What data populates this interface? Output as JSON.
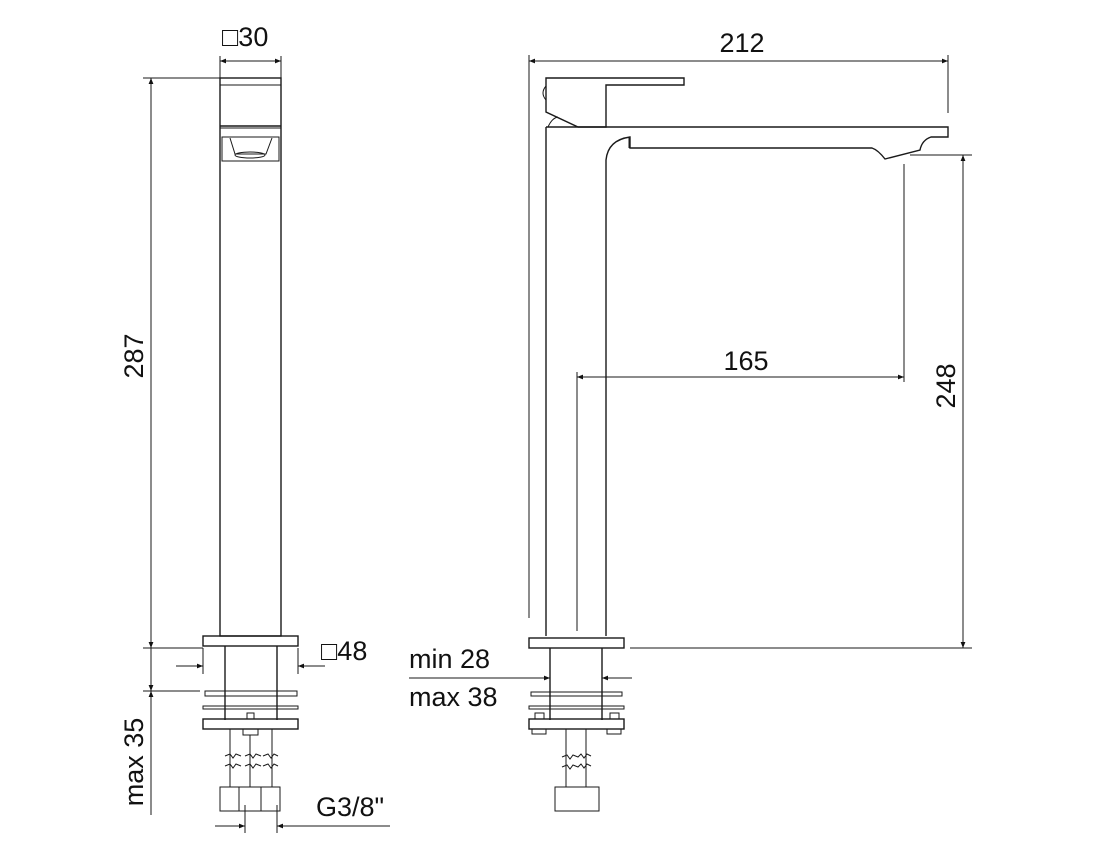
{
  "drawing": {
    "title": "Tall basin mixer technical drawing",
    "colors": {
      "line": "#1a1a1a",
      "background": "#ffffff"
    },
    "front_view": {
      "dim_width_top": "□30",
      "dim_height": "287",
      "dim_base_width": "□48",
      "dim_max_thickness": "max 35",
      "dim_thread": "G3/8\""
    },
    "side_view": {
      "dim_total_length": "212",
      "dim_spout_reach": "165",
      "dim_spout_height": "248",
      "dim_hole_min": "min 28",
      "dim_hole_max": "max 38"
    }
  }
}
